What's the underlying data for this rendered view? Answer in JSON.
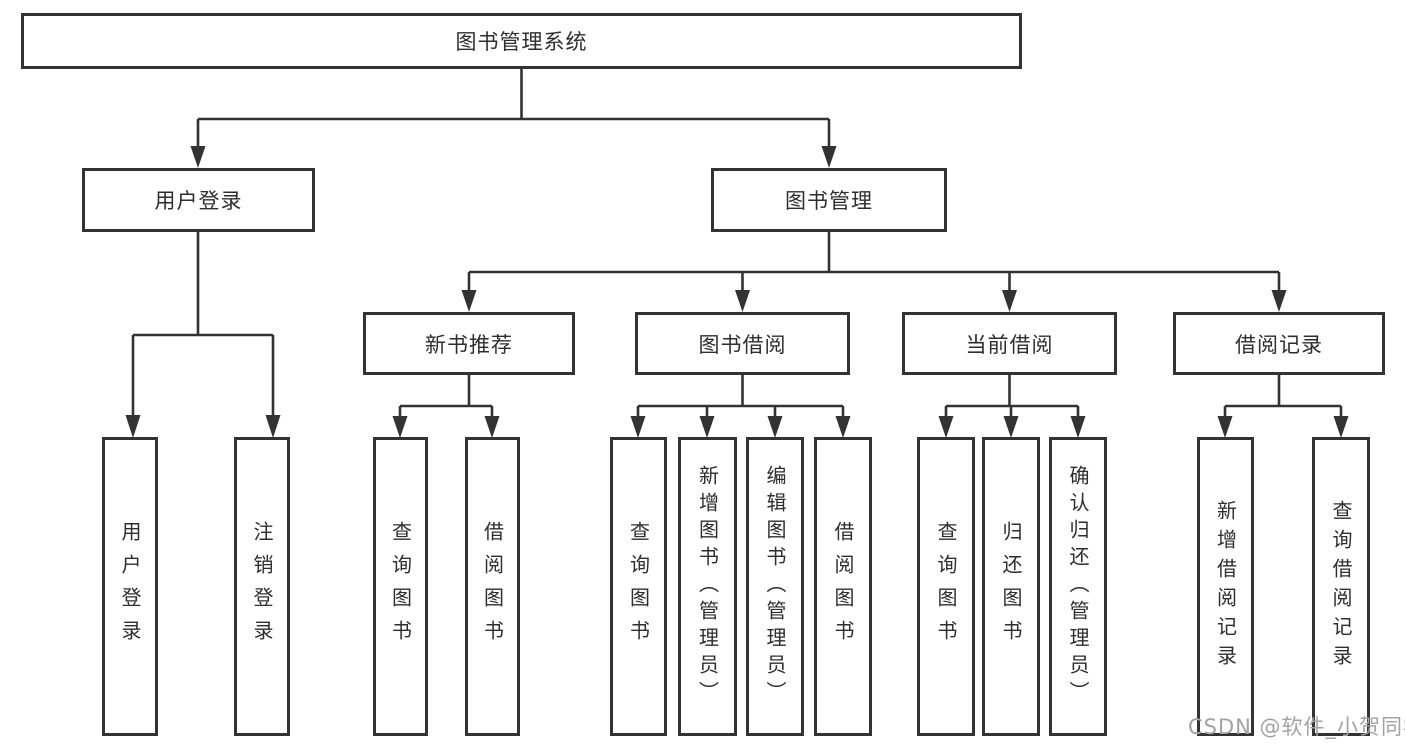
{
  "tree": {
    "root": "图书管理系统",
    "children": [
      {
        "label": "用户登录",
        "children": [
          "用户登录",
          "注销登录"
        ]
      },
      {
        "label": "图书管理",
        "children": [
          {
            "label": "新书推荐",
            "children": [
              "查询图书",
              "借阅图书"
            ]
          },
          {
            "label": "图书借阅",
            "children": [
              "查询图书",
              "新增图书（管理员）",
              "编辑图书（管理员）",
              "借阅图书"
            ]
          },
          {
            "label": "当前借阅",
            "children": [
              "查询图书",
              "归还图书",
              "确认归还（管理员）"
            ]
          },
          {
            "label": "借阅记录",
            "children": [
              "新增借阅记录",
              "查询借阅记录"
            ]
          }
        ]
      }
    ]
  },
  "watermark": "CSDN @软件_小贺同学",
  "colors": {
    "line": "#333333",
    "text": "#2e2e2e",
    "watermark": "#a3a3a3",
    "bg": "#ffffff"
  }
}
